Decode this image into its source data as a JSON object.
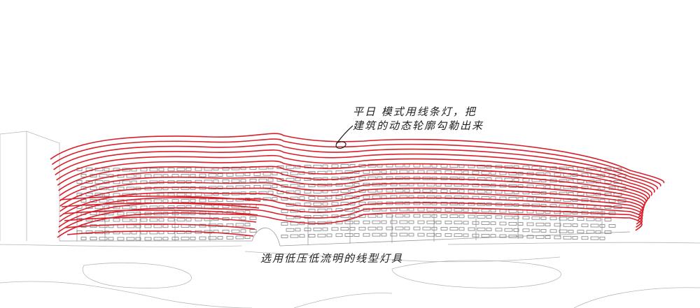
{
  "annotations": {
    "top_line1": "平日 模式用线条灯，把",
    "top_line2": "建筑的动态轮廓勾勒出来",
    "bottom": "选用低压低流明的线型灯具"
  },
  "colors": {
    "background": "#ffffff",
    "light_lines": "#d8202c",
    "structure_lines": "#9a9a9a",
    "window_lines": "#6e6e6e",
    "annotation_ink": "#222222"
  },
  "drawing": {
    "light_band_count": 16
  }
}
